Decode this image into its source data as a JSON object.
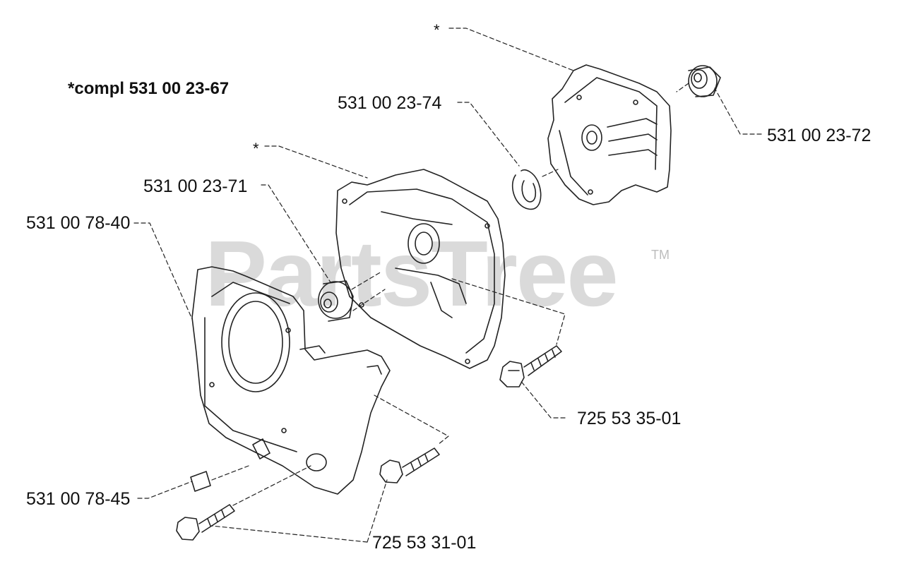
{
  "note": "*compl 531 00 23-67",
  "star_mark": "*",
  "watermark": {
    "brand": "PartsTree",
    "trademark": "TM",
    "color": "#bdbdbd"
  },
  "line_color": "#222222",
  "callouts": {
    "p_531_00_23_74": "531 00 23-74",
    "p_531_00_23_72": "531 00 23-72",
    "p_531_00_23_71": "531 00 23-71",
    "p_531_00_78_40": "531 00 78-40",
    "p_725_53_35_01": "725 53 35-01",
    "p_531_00_78_45": "531 00 78-45",
    "p_725_53_31_01": "725 53 31-01"
  }
}
